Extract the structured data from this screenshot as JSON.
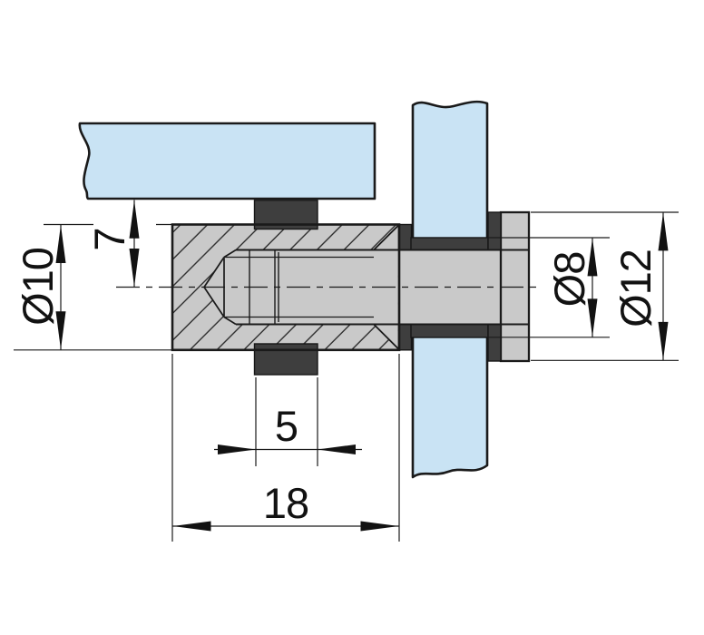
{
  "drawing": {
    "type": "technical-section-drawing",
    "part": "glass shelf clamp support",
    "dimensions": {
      "body_diameter": "Ø10",
      "pad_to_center_offset": "7",
      "glass_hole_diameter": "Ø8",
      "clamp_disc_diameter": "Ø12",
      "pad_width": "5",
      "body_length": "18"
    }
  },
  "colors": {
    "glass": "#c9e3f4",
    "metal": "#c9c9c9",
    "gasket": "#3e3e3e",
    "line": "#1a1a1a"
  }
}
